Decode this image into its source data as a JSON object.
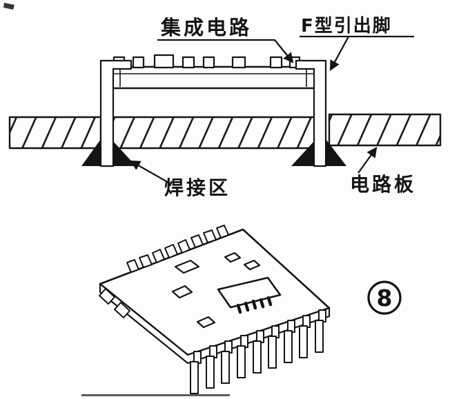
{
  "figure": {
    "background": "#fdfdfb",
    "ink": "#141414",
    "number": "8"
  },
  "labels": {
    "integrated_circuit": "集成电路",
    "f_type_lead": "F型引出脚",
    "solder_area": "焊接区",
    "circuit_board": "电路板"
  }
}
